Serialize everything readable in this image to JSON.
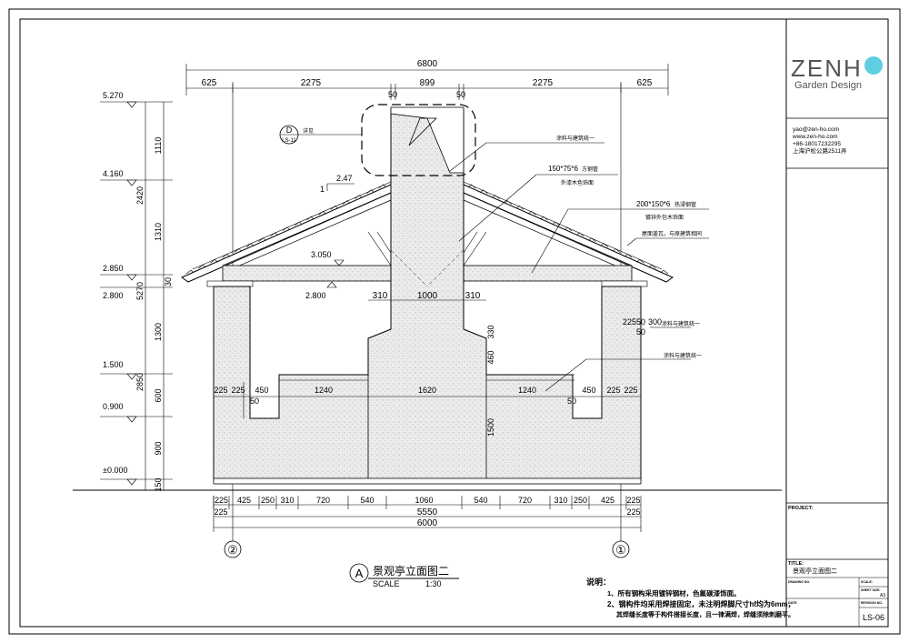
{
  "brand": {
    "logo_text": "ZENH",
    "logo_suffix": "O",
    "subtitle": "Garden Design"
  },
  "contact": {
    "email": "yao@zen-ho.com",
    "website": "www.zen-ho.com",
    "phone": "+86-18017232295",
    "address": "上海沪松公路2511弄"
  },
  "title_block": {
    "project_label": "PROJECT:",
    "title_label": "TITLE:",
    "title_value": "景观亭立面图二",
    "drawing_no_label": "DRAWING NO.",
    "scale_label": "SCALE:",
    "sheet_size_label": "SHEET SIZE:",
    "sheet_size_value": "A3",
    "date_label": "DATE:",
    "revision_label": "REVISION NO.",
    "sheet_no": "LS-06"
  },
  "drawing": {
    "title_mark": "A",
    "title": "景观亭立面图二",
    "scale_label": "SCALE",
    "scale_value": "1:30",
    "grid_left": "②",
    "grid_right": "①",
    "detail_ref_top": "D",
    "detail_ref_bottom": "LS-11",
    "detail_ref_note": "详见",
    "slope_top": "2.47",
    "slope_side": "1",
    "callouts": {
      "paint_top": "涂料与建筑统一",
      "steel_150_dim": "150*75*6",
      "steel_150_name": "方钢管",
      "steel_150_finish": "外漆木色饰面",
      "steel_200_dim": "200*150*6",
      "steel_200_name": "热浸钢管",
      "steel_200_finish": "镀锌外包木饰面",
      "roof_tile": "屋面盖瓦，与原建筑相同",
      "paint_right_1": "涂料与建筑统一",
      "paint_right_2": "涂料与建筑统一"
    },
    "elevations": [
      "5.270",
      "4.160",
      "2.850",
      "2.800",
      "1.500",
      "0.900",
      "±0.000"
    ],
    "beam_elevation_top": "3.050",
    "beam_elevation_bottom": "2.800",
    "dims": {
      "overall_top": "6800",
      "top_segments": [
        "625",
        "2275",
        "50",
        "899",
        "50",
        "2275",
        "625"
      ],
      "vertical_left": [
        "1110",
        "2420",
        "1310",
        "5270",
        "30",
        "1300",
        "2850",
        "600",
        "900",
        "150"
      ],
      "chimney": [
        "310",
        "1000",
        "310"
      ],
      "chimney_v": [
        "330",
        "460",
        "1500"
      ],
      "right_col": [
        "225",
        "50",
        "300",
        "50"
      ],
      "seat_row": [
        "225",
        "225",
        "450",
        "1240",
        "1620",
        "1240",
        "450",
        "225",
        "225"
      ],
      "seat_small": [
        "50",
        "50"
      ],
      "bottom_row1": [
        "225",
        "425",
        "250",
        "310",
        "720",
        "540",
        "1060",
        "540",
        "720",
        "310",
        "250",
        "425",
        "225"
      ],
      "bottom_row2_left": "225",
      "bottom_row2_mid": "5550",
      "bottom_row2_right": "225",
      "bottom_overall": "6000"
    }
  },
  "notes": {
    "heading": "说明：",
    "note1": "1、所有钢构采用镀锌钢材，色氟碳漆饰面。",
    "note2a": "2、钢构件均采用焊接固定，未注明焊脚尺寸hf均为6mm，",
    "note2b": "其焊缝长度等于构件搭接长度，且一律满焊，焊缝须除刺磨平。"
  }
}
